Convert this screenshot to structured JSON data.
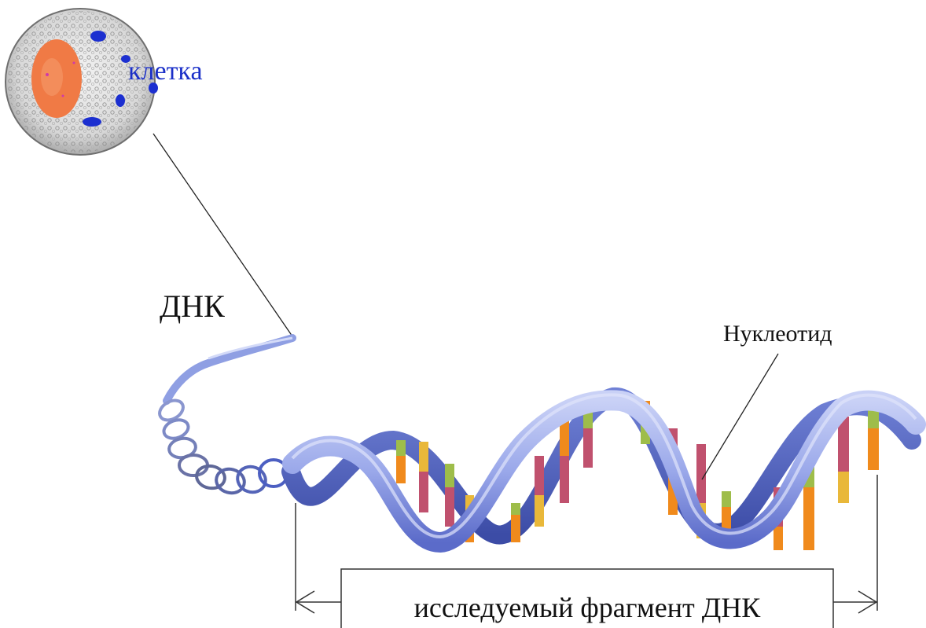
{
  "labels": {
    "cell": "клетка",
    "dna": "ДНК",
    "nucleotide": "Нуклеотид",
    "fragment": "исследуемый фрагмент ДНК"
  },
  "colors": {
    "cell_label": "#1a2fc8",
    "nucleus": "#f07a45",
    "organelle": "#1c2fd0",
    "helix_back": "#5a6cc8",
    "helix_front": "#a8b4ee",
    "base_pair_colors": [
      "#e9b83a",
      "#f08a1c",
      "#c0516e",
      "#9ebd4a"
    ]
  },
  "icons": [
    "cell-illustration",
    "dna-double-helix-illustration",
    "double-arrow-icon"
  ]
}
